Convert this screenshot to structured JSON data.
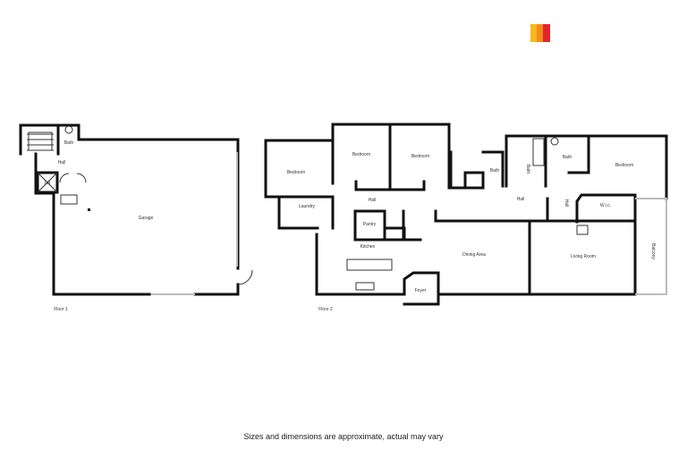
{
  "logo": {
    "colors": [
      "#f9b81b",
      "#f58a1f",
      "#e3262c"
    ]
  },
  "floor1": {
    "title": "Floor 1",
    "rooms": {
      "bath": "Bath",
      "hall": "Hall",
      "lift": "Lift",
      "garage": "Garage"
    }
  },
  "floor2": {
    "title": "Floor 2",
    "rooms": {
      "bedroom_left": "Bedroom",
      "bedroom_mid": "Bedroom",
      "bedroom_mid2": "Bedroom",
      "laundry": "Laundry",
      "hall_main": "Hall",
      "pantry": "Pantry",
      "kitchen": "Kitchen",
      "foyer": "Foyer",
      "dining": "Dining Area",
      "bath_small": "Bath",
      "bath_ensuite": "Bath",
      "bath_right": "Bath",
      "hall_right": "Hall",
      "hall_vertical": "Hall",
      "bedroom_right": "Bedroom",
      "wic": "W.i.c.",
      "living": "Living Room",
      "balcony": "Balcony"
    }
  },
  "caption": "Sizes and dimensions are approximate, actual may vary"
}
